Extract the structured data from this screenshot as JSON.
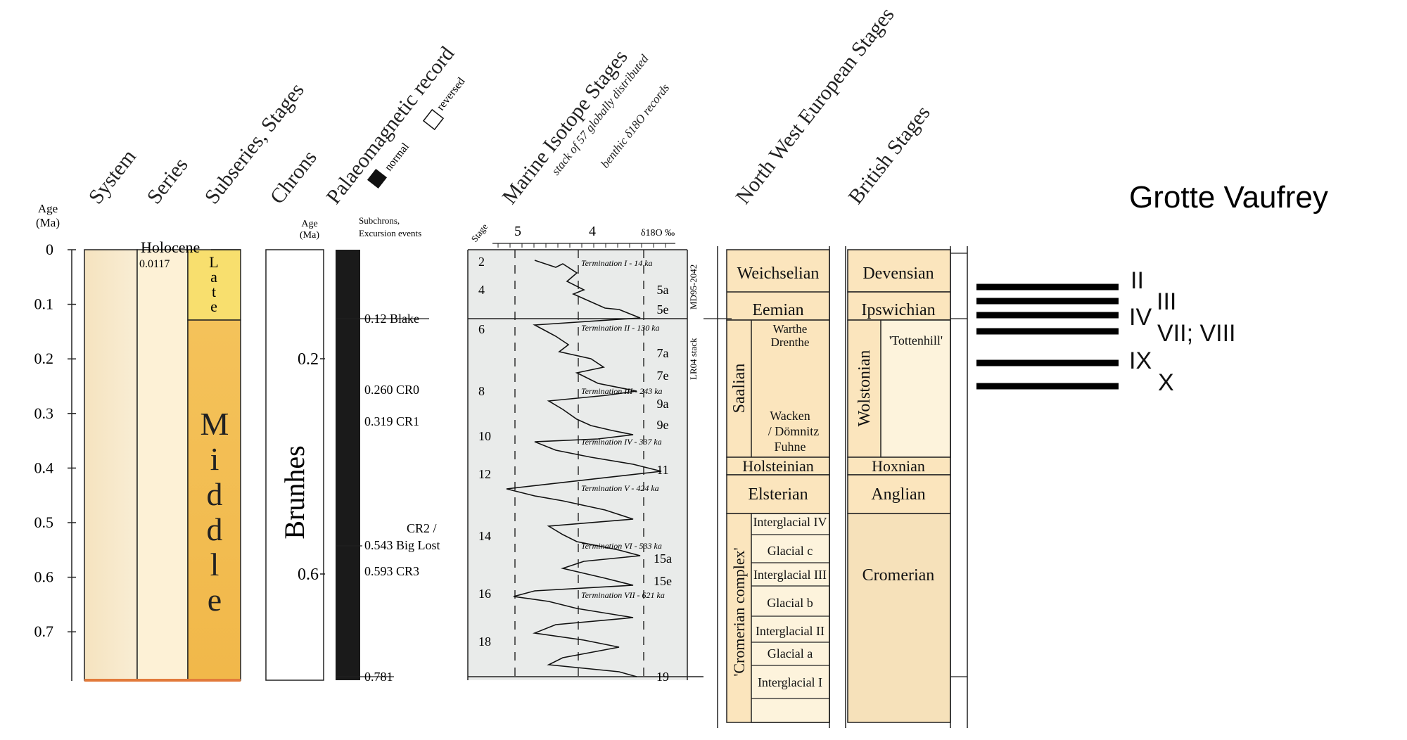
{
  "headers": {
    "system": "System",
    "series": "Series",
    "subseries": "Subseries, Stages",
    "chrons": "Chrons",
    "palaeomagnetic": "Palaeomagnetic record",
    "legend_normal": "normal",
    "legend_reversed": "reversed",
    "mis_title": "Marine Isotope Stages",
    "mis_sub1": "stack of 57 globally distributed",
    "mis_sub2": "benthic δ18O records",
    "nw_europe": "North West European Stages",
    "british": "British Stages"
  },
  "age_axis": {
    "label_line1": "Age",
    "label_line2": "(Ma)",
    "ticks": [
      "0",
      "0.1",
      "0.2",
      "0.3",
      "0.4",
      "0.5",
      "0.6",
      "0.7"
    ]
  },
  "series_column": {
    "holocene": "Holocene",
    "holocene_age": "0.0117",
    "late": "Late",
    "middle": "Middle"
  },
  "chrons_column": {
    "age_label_line1": "Age",
    "age_label_line2": "(Ma)",
    "ticks": [
      "0.2",
      "0.6"
    ],
    "brunhes": "Brunhes"
  },
  "subchrons": {
    "header_line1": "Subchrons,",
    "header_line2": "Excursion events",
    "events": [
      {
        "label": "0.12 Blake"
      },
      {
        "label": "0.260 CR0"
      },
      {
        "label": "0.319 CR1"
      },
      {
        "label": "CR2 /"
      },
      {
        "label": "0.543 Big Lost"
      },
      {
        "label": "0.593 CR3"
      },
      {
        "label": "0.781"
      }
    ]
  },
  "mis_panel": {
    "stage_header": "Stage",
    "scale_labels": [
      "5",
      "4"
    ],
    "d18o_label": "δ18O ‰",
    "stages_left": [
      "2",
      "4",
      "6",
      "8",
      "10",
      "12",
      "14",
      "16",
      "18"
    ],
    "stages_right": [
      "5a",
      "5e",
      "7a",
      "7e",
      "9a",
      "9e",
      "11",
      "15a",
      "15e",
      "19"
    ],
    "terminations": [
      "Termination I - 14 ka",
      "Termination II - 130 ka",
      "Termination III - 243 ka",
      "Termination IV - 337 ka",
      "Termination V - 424 ka",
      "Termination VI - 533 ka",
      "Termination VII - 621 ka"
    ],
    "side_labels": [
      "MD95-2042",
      "LR04 stack"
    ]
  },
  "nw_stages": {
    "weichselian": "Weichselian",
    "eemian": "Eemian",
    "saalian": "Saalian",
    "warthe": "Warthe",
    "drenthe": "Drenthe",
    "wacken": "Wacken",
    "domnitz": "/ Dömnitz",
    "fuhne": "Fuhne",
    "holsteinian": "Holsteinian",
    "elsterian": "Elsterian",
    "cromerian_complex": "'Cromerian complex'",
    "sub": [
      "Interglacial IV",
      "Glacial c",
      "Interglacial III",
      "Glacial b",
      "Interglacial II",
      "Glacial a",
      "Interglacial I"
    ]
  },
  "british_stages": {
    "devensian": "Devensian",
    "ipswichian": "Ipswichian",
    "wolstonian": "Wolstonian",
    "tottenhill": "'Tottenhill'",
    "hoxnian": "Hoxnian",
    "anglian": "Anglian",
    "cromerian": "Cromerian"
  },
  "grotte": {
    "title": "Grotte Vaufrey",
    "layers": [
      "II",
      "III",
      "IV",
      "VII; VIII",
      "IX",
      "X"
    ]
  },
  "colors": {
    "system_fill": "#f6e8c9",
    "series_fill": "#fdf1d6",
    "late_fill": "#f8df6e",
    "middle_fill": "#f3bf52",
    "stage_fill": "#fbe5bd",
    "stage_light": "#fdf3dc",
    "mis_fill": "#e9ebea",
    "polarity": "#1a1a1a"
  }
}
